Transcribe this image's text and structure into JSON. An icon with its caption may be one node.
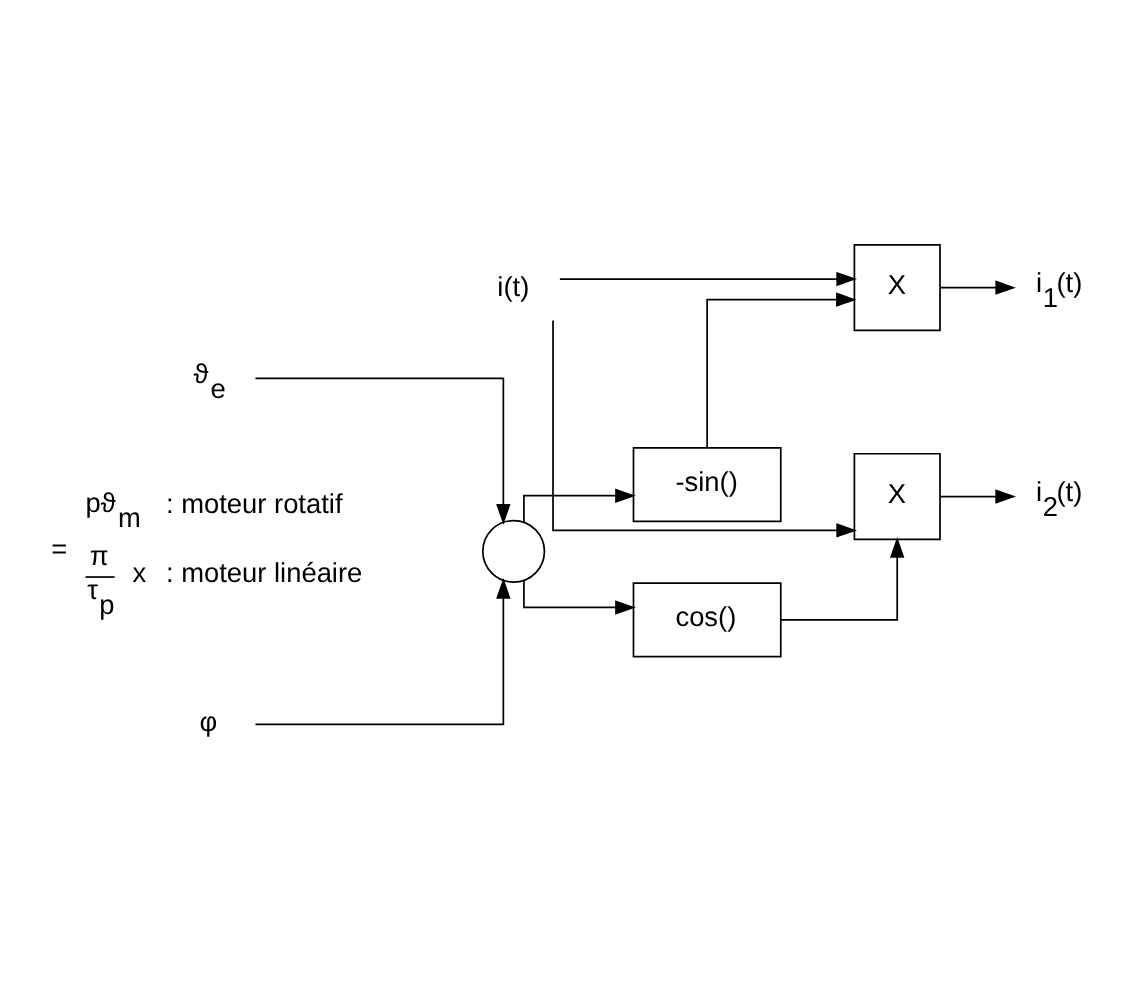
{
  "diagram": {
    "nodes": [
      {
        "text": [
          "i(t)"
        ]
      },
      {
        "text": [
          "-sin()"
        ]
      },
      {
        "text": [
          "X"
        ]
      },
      {
        "text": [
          "cos()"
        ]
      },
      {
        "text": [
          "X"
        ]
      },
      {
        "text": [],
        "shape": "circle"
      },
      {
        "text": [
          "φ"
        ]
      },
      {
        "text": [
          "i$_{1}$(t)"
        ]
      },
      {
        "text": [
          "i$_{2}$(t)"
        ]
      },
      {
        "text": [
          "ϑ$_{e}$"
        ]
      }
    ],
    "edges": [
      {
        "from": 0,
        "to": 2,
        "arrow": "to"
      },
      {
        "from": 0,
        "to": 4,
        "arrow": "to"
      },
      {
        "from": 5,
        "to": 1,
        "arrow": "to"
      },
      {
        "from": 5,
        "to": 3,
        "arrow": "to"
      },
      {
        "from": 1,
        "to": 2,
        "arrow": "to"
      },
      {
        "from": 3,
        "to": 4,
        "arrow": "to"
      },
      {
        "from": 2,
        "to": 7,
        "arrow": "to"
      },
      {
        "from": 4,
        "to": 8,
        "arrow": "to"
      },
      {
        "from": 6,
        "to": 5,
        "arrow": "to"
      },
      {
        "from": 9,
        "to": 5,
        "arrow": "to"
      }
    ],
    "labels": [
      "=",
      "pϑ$_{m}$",
      ": moteur rotatif",
      "π",
      "τ$_{p}$",
      "x",
      ": moteur linéaire"
    ]
  }
}
